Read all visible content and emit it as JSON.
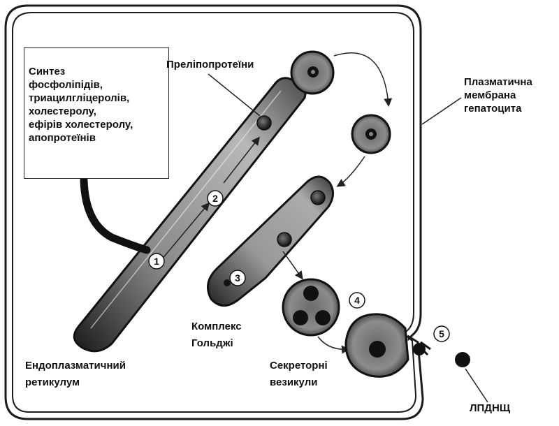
{
  "labels": {
    "synthesis": [
      "Синтез",
      "фосфоліпідів,",
      "триацилгліцеролів,",
      "холестеролу,",
      "ефірів холестеролу,",
      "апопротеїнів"
    ],
    "prelipoproteins": "Преліпопротеїни",
    "plasma_membrane": [
      "Плазматична",
      "мембрана",
      "гепатоцита"
    ],
    "golgi": [
      "Комплекс",
      "Гольджі"
    ],
    "er": [
      "Ендоплазматичний",
      "ретикулум"
    ],
    "secretory": [
      "Секреторні",
      "везикули"
    ],
    "vldl": "ЛПДНЩ"
  },
  "steps": [
    "1",
    "2",
    "3",
    "4",
    "5"
  ]
}
